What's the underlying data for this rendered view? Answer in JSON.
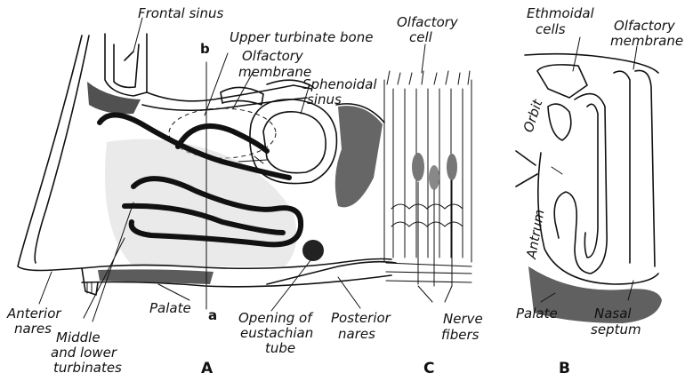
{
  "figure": {
    "panel_a": {
      "letter": "A",
      "labels": {
        "frontal_sinus": "Frontal sinus",
        "upper_turbinate": "Upper turbinate bone",
        "olfactory_membrane_1": "Olfactory",
        "olfactory_membrane_2": "membrane",
        "sphenoidal_sinus_1": "Sphenoidal",
        "sphenoidal_sinus_2": "sinus",
        "marker_b": "b",
        "marker_a": "a",
        "anterior_nares_1": "Anterior",
        "anterior_nares_2": "nares",
        "middle_lower_1": "Middle",
        "middle_lower_2": "and lower",
        "middle_lower_3": "turbinates",
        "palate": "Palate",
        "eustachian_1": "Opening of",
        "eustachian_2": "eustachian",
        "eustachian_3": "tube",
        "posterior_nares_1": "Posterior",
        "posterior_nares_2": "nares"
      }
    },
    "panel_c": {
      "letter": "C",
      "labels": {
        "olfactory_cell_1": "Olfactory",
        "olfactory_cell_2": "cell",
        "nerve_fibers_1": "Nerve",
        "nerve_fibers_2": "fibers"
      }
    },
    "panel_b": {
      "letter": "B",
      "labels": {
        "ethmoidal_1": "Ethmoidal",
        "ethmoidal_2": "cells",
        "olfactory_membrane_1": "Olfactory",
        "olfactory_membrane_2": "membrane",
        "orbit": "Orbit",
        "antrum": "Antrum",
        "palate": "Palate",
        "nasal_septum_1": "Nasal",
        "nasal_septum_2": "septum"
      }
    }
  }
}
